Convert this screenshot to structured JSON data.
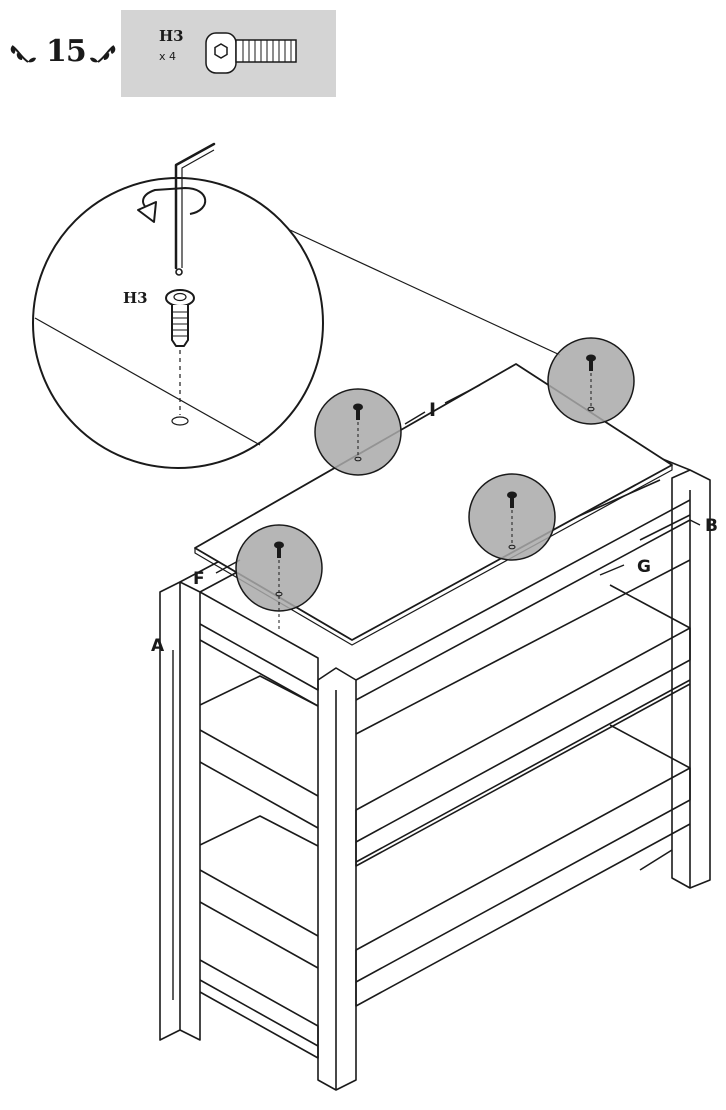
{
  "step": {
    "number": "15"
  },
  "parts": [
    {
      "code": "H3",
      "quantity": "x 4",
      "icon": "hex-socket-screw-icon"
    }
  ],
  "detail_view": {
    "screw_label": "H3"
  },
  "labels": {
    "panel_top": "I",
    "side_left": "A",
    "side_right": "B",
    "rail_front": "F",
    "rail_back": "G"
  },
  "colors": {
    "ink": "#1a1a1a",
    "highlight": "#a9a9a9",
    "parts_box": "#d4d4d4"
  }
}
